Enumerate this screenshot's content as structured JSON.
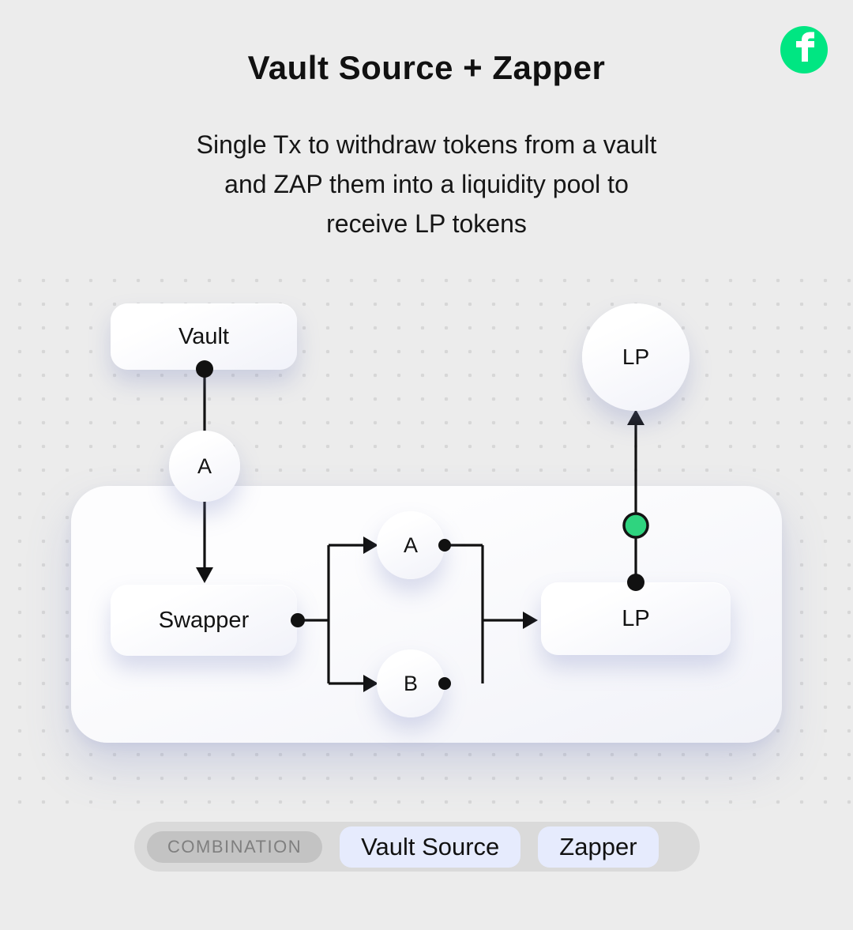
{
  "header": {
    "title": "Vault Source + Zapper",
    "subtitle_lines": [
      "Single Tx to withdraw tokens from a vault",
      "and ZAP them into a liquidity pool to",
      "receive LP tokens"
    ]
  },
  "logo": {
    "name": "flow-logo",
    "color": "#00e682"
  },
  "diagram": {
    "nodes": {
      "vault": {
        "label": "Vault"
      },
      "token_a_between": {
        "label": "A"
      },
      "swapper": {
        "label": "Swapper"
      },
      "token_a": {
        "label": "A"
      },
      "token_b": {
        "label": "B"
      },
      "lp_pool": {
        "label": "LP"
      },
      "lp_token": {
        "label": "LP"
      }
    },
    "colors": {
      "connector": "#111111",
      "green_node": "#2fd47f",
      "junction_dot": "#111111"
    }
  },
  "legend": {
    "badge": "COMBINATION",
    "tags": [
      {
        "label": "Vault Source"
      },
      {
        "label": "Zapper"
      }
    ]
  }
}
